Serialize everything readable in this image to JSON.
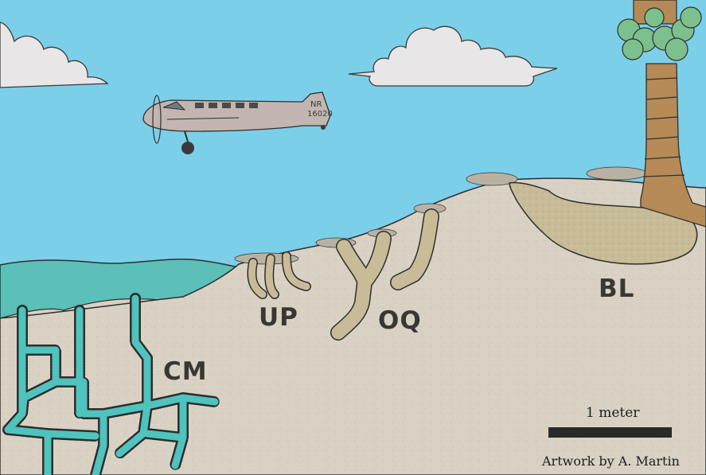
{
  "labels": {
    "up": "UP",
    "oq": "OQ",
    "bl": "BL",
    "cm": "CM"
  },
  "scale": {
    "text": "1 meter"
  },
  "credit": "Artwork by A. Martin",
  "airplane": {
    "tail_line1": "NR",
    "tail_line2": "16020"
  },
  "colors": {
    "sky": "#7ccfe9",
    "sand": "#d9d2c4",
    "ocean": "#5bc0b7",
    "burrow_fill": "#c8bb98",
    "water_tunnel": "#4fc3bd",
    "palm_trunk": "#b58a57",
    "palm_leaves": "#7cc08d",
    "airplane": "#c3b6b0"
  }
}
